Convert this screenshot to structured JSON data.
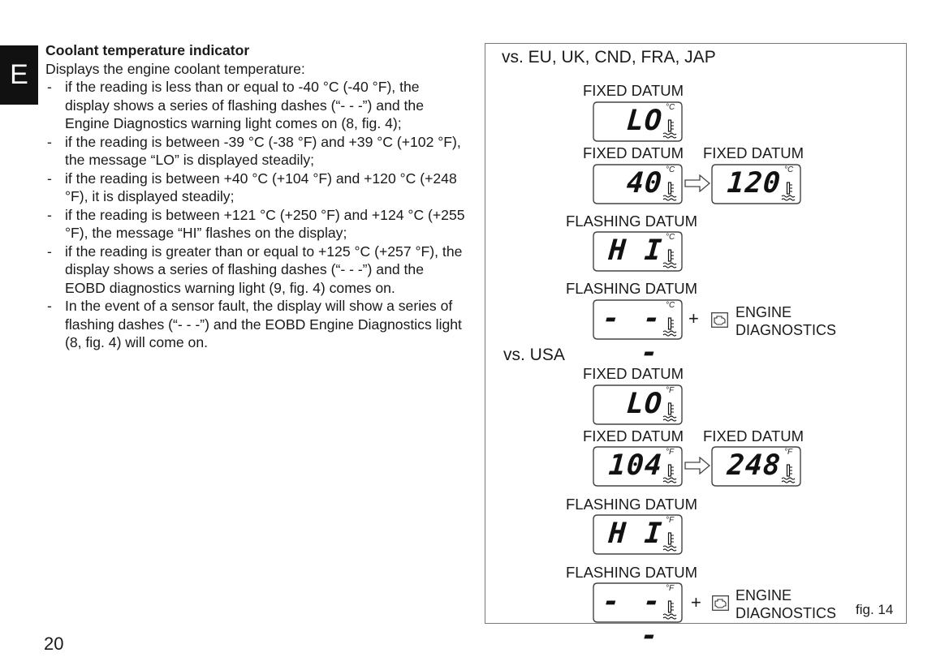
{
  "tab": {
    "letter": "E"
  },
  "page": {
    "number": "20"
  },
  "text": {
    "heading": "Coolant temperature indicator",
    "intro": "Displays the engine coolant temperature:",
    "bullets": [
      "if the reading is less than or equal to -40 °C (-40 °F), the display shows a series of flashing dashes (“- - -”) and the Engine Diagnostics warning light comes on (8, fig. 4);",
      "if the reading is between -39 °C (-38 °F) and +39 °C (+102 °F), the message “LO” is displayed steadily;",
      "if the reading is between +40 °C (+104 °F) and +120 °C (+248 °F), it is displayed steadily;",
      "if the reading is between +121 °C (+250 °F) and +124 °C (+255 °F), the message “HI” flashes on the display;",
      "if the reading is greater than or equal to +125 °C (+257 °F), the display shows a series of flashing dashes (“- - -”) and the EOBD diagnostics warning light (9, fig. 4) comes on.",
      "In the event of a sensor fault, the display will show a series of flashing dashes (“- - -”) and the EOBD Engine Diagnostics light (8, fig. 4) will come on."
    ]
  },
  "figure": {
    "caption": "fig. 14",
    "eu": {
      "region": "vs. EU, UK, CND, FRA, JAP",
      "unit": "°C",
      "labels": {
        "lo": "FIXED DATUM",
        "low_range": "FIXED DATUM",
        "high_range": "FIXED DATUM",
        "hi": "FLASHING DATUM",
        "dash": "FLASHING DATUM"
      },
      "displays": {
        "lo": "LO",
        "low": "40",
        "high": "120",
        "hi": "H I",
        "dash": "- - -"
      }
    },
    "usa": {
      "region": "vs. USA",
      "unit": "°F",
      "labels": {
        "lo": "FIXED DATUM",
        "low_range": "FIXED DATUM",
        "high_range": "FIXED DATUM",
        "hi": "FLASHING DATUM",
        "dash": "FLASHING DATUM"
      },
      "displays": {
        "lo": "LO",
        "low": "104",
        "high": "248",
        "hi": "H I",
        "dash": "- - -"
      }
    },
    "plus": "+",
    "engine_label_line1": "ENGINE",
    "engine_label_line2": "DIAGNOSTICS",
    "icons": [
      "engine-diagnostics-icon",
      "thermometer-icon",
      "arrow-right-icon"
    ]
  }
}
